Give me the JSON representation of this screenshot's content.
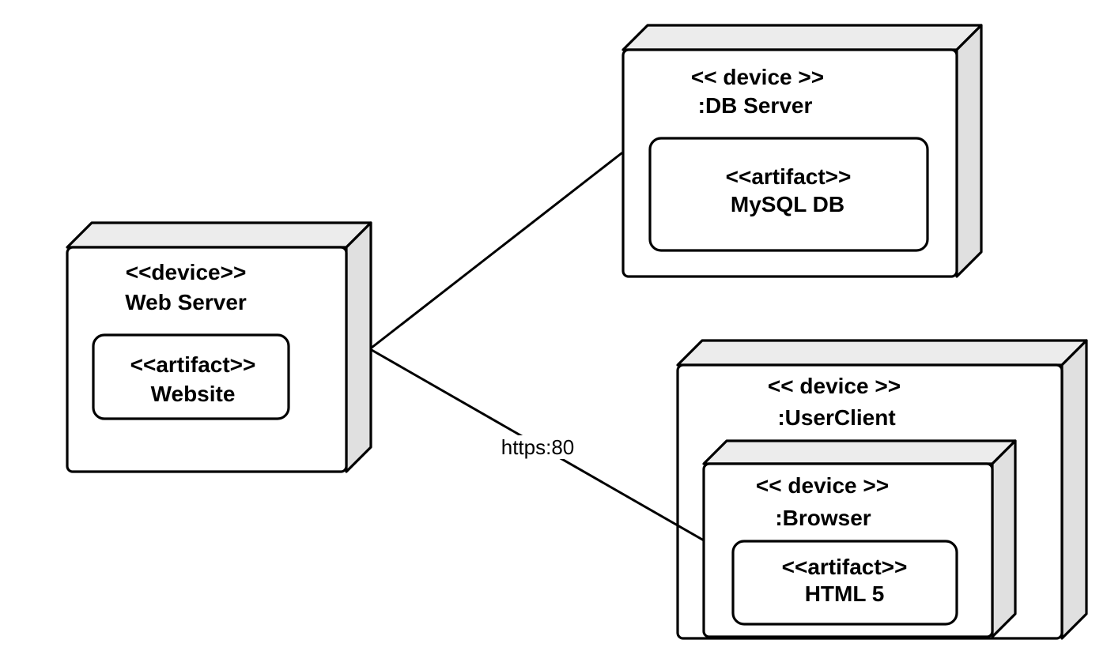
{
  "diagram_type": "uml-deployment-diagram",
  "colors": {
    "background": "#ffffff",
    "node_front_face": "#ffffff",
    "node_top_face": "#ececec",
    "node_side_face": "#e0e0e0",
    "artifact_fill": "#ffffff",
    "stroke": "#000000"
  },
  "nodes": {
    "web_server": {
      "stereotype": "<<device>>",
      "name": "Web Server",
      "artifact": {
        "stereotype": "<<artifact>>",
        "name": "Website"
      }
    },
    "db_server": {
      "stereotype": "<< device >>",
      "name": ":DB Server",
      "artifact": {
        "stereotype": "<<artifact>>",
        "name": "MySQL DB"
      }
    },
    "user_client": {
      "stereotype": "<< device >>",
      "name": ":UserClient"
    },
    "browser": {
      "stereotype": "<< device >>",
      "name": ":Browser",
      "parent": ":UserClient",
      "artifact": {
        "stereotype": "<<artifact>>",
        "name": "HTML 5"
      }
    }
  },
  "connections": [
    {
      "from": "Web Server",
      "to": ":DB Server",
      "label": ""
    },
    {
      "from": "Web Server",
      "to": ":Browser",
      "label": "https:80"
    }
  ]
}
